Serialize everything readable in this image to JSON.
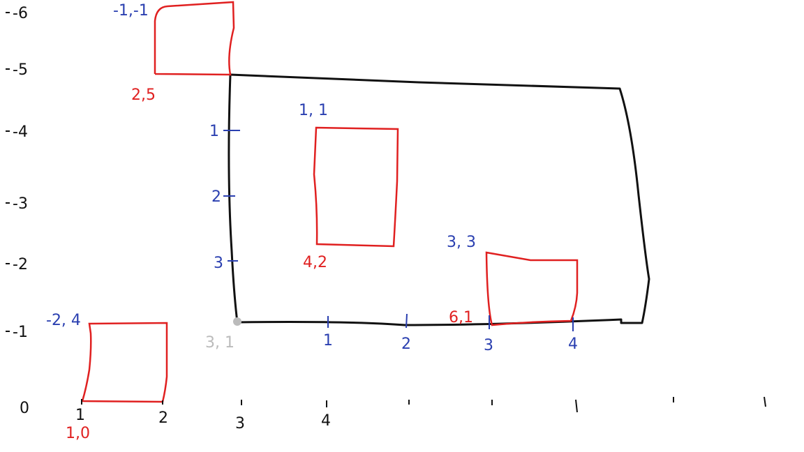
{
  "colors": {
    "ink": "#111111",
    "blue": "#2a3fb0",
    "red": "#e02020",
    "gray": "#bbbbbb"
  },
  "outer_axes": {
    "y_labels": [
      "-6",
      "-5",
      "-4",
      "-3",
      "-2",
      "-1"
    ],
    "x_labels": [
      "0",
      "1",
      "2",
      "3",
      "4"
    ]
  },
  "inner_axes": {
    "y_labels": [
      "1",
      "2",
      "3"
    ],
    "x_labels": [
      "1",
      "2",
      "3",
      "4"
    ]
  },
  "corner_labels": {
    "top_left_box_top": "-1,-1",
    "top_left_box_bottom": "2,5",
    "center_box_top": "1, 1",
    "center_box_bottom": "4,2",
    "right_box_top": "3, 3",
    "right_box_bottom": "6,1",
    "bottom_left_box_top": "-2, 4",
    "bottom_left_box_bottom": "1,0",
    "origin": "3, 1"
  }
}
